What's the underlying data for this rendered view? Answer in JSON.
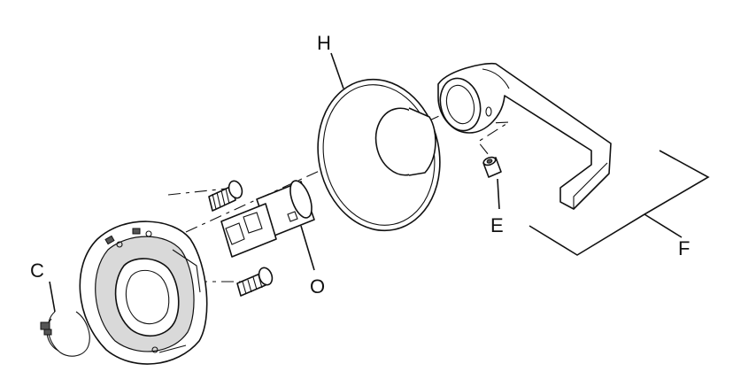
{
  "callouts": {
    "c": "C",
    "e": "E",
    "f": "F",
    "h": "H",
    "o": "O"
  }
}
